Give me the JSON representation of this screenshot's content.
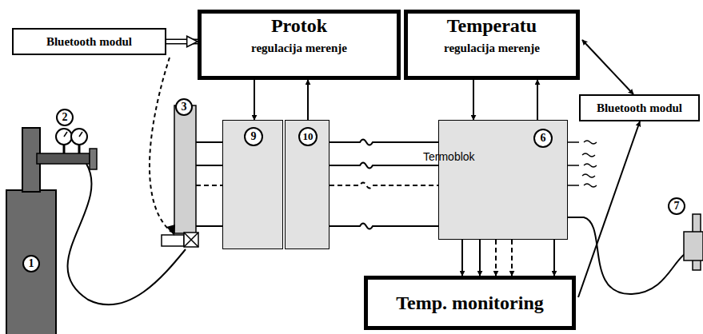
{
  "diagram": {
    "nodes": [
      {
        "text": [
          "Bluetooth modul"
        ]
      },
      {
        "text": [
          "Protok",
          "regulacija merenje"
        ]
      },
      {
        "text": [
          "Temperatu",
          "regulacija merenje"
        ]
      },
      {
        "text": [
          "Bluetooth modul"
        ]
      },
      {
        "text": [
          "9"
        ]
      },
      {
        "text": [
          "10"
        ]
      },
      {
        "text": [
          "Termoblok",
          "6"
        ]
      },
      {
        "text": [
          "Temp. monitoring"
        ]
      }
    ],
    "edges": [
      {
        "from": 0,
        "to": 1,
        "arrow": "to"
      },
      {
        "from": 1,
        "to": 4,
        "arrow": "to"
      },
      {
        "from": 5,
        "to": 1,
        "arrow": "to"
      },
      {
        "from": 2,
        "to": 6,
        "arrow": "to"
      },
      {
        "from": 6,
        "to": 2,
        "arrow": "to"
      },
      {
        "from": 2,
        "to": 3,
        "arrow": "both"
      },
      {
        "from": 5,
        "to": 6,
        "arrow": "none"
      },
      {
        "from": 5,
        "to": 6,
        "arrow": "none"
      },
      {
        "from": 5,
        "to": 6,
        "arrow": "none"
      },
      {
        "from": 5,
        "to": 6,
        "arrow": "none"
      },
      {
        "from": 6,
        "to": 7,
        "arrow": "to"
      },
      {
        "from": 6,
        "to": 7,
        "arrow": "to"
      },
      {
        "from": 6,
        "to": 7,
        "arrow": "to"
      },
      {
        "from": 6,
        "to": 7,
        "arrow": "to"
      },
      {
        "from": 6,
        "to": 7,
        "arrow": "to"
      },
      {
        "from": 7,
        "to": 3,
        "arrow": "to"
      }
    ],
    "labels": [
      "1",
      "2",
      "3",
      "7"
    ]
  }
}
